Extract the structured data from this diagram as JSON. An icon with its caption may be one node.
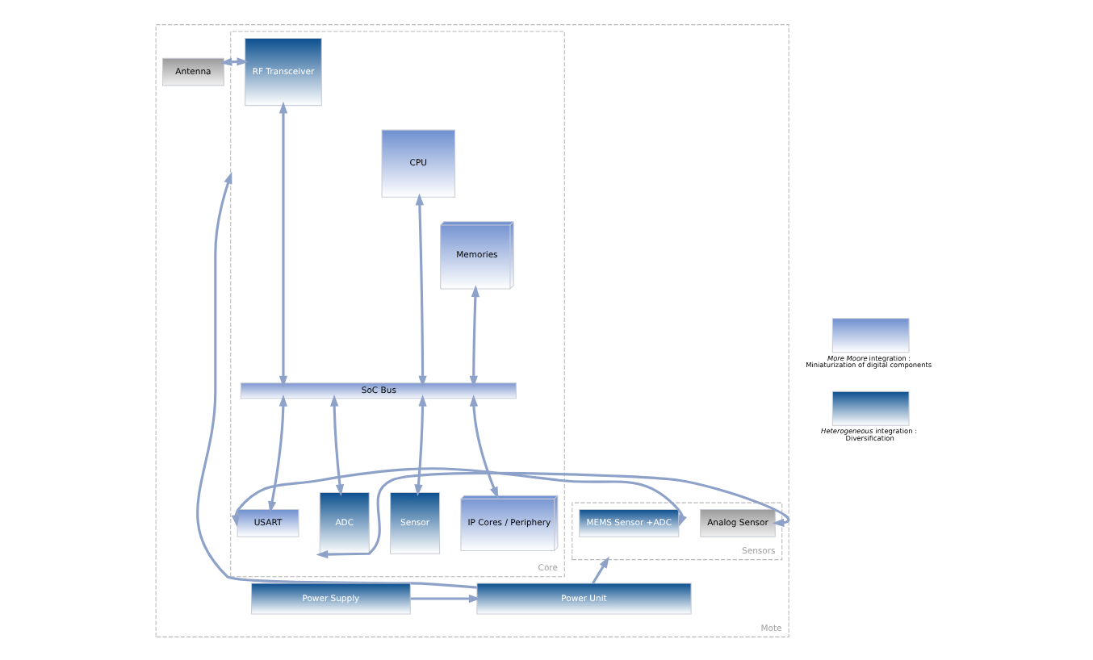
{
  "diagram": {
    "nodes": [
      {
        "text": [
          "Mote"
        ]
      },
      {
        "text": [
          "Core"
        ],
        "in": 0
      },
      {
        "text": [
          "Sensors"
        ],
        "in": 0
      },
      {
        "text": [
          "Antenna"
        ],
        "in": 0
      },
      {
        "text": [
          "RF Transceiver"
        ],
        "in": 1
      },
      {
        "text": [
          "CPU"
        ],
        "in": 1
      },
      {
        "text": [
          "Memories"
        ],
        "in": 1
      },
      {
        "text": [
          "SoC Bus"
        ],
        "in": 1
      },
      {
        "text": [
          "USART"
        ],
        "in": 1
      },
      {
        "text": [
          "ADC"
        ],
        "in": 1
      },
      {
        "text": [
          "Sensor"
        ],
        "in": 1
      },
      {
        "text": [
          "IP Cores / Periphery"
        ],
        "in": 1
      },
      {
        "text": [
          "MEMS Sensor +ADC"
        ],
        "in": 2
      },
      {
        "text": [
          "Analog Sensor"
        ],
        "in": 2
      },
      {
        "text": [
          "Power Unit"
        ],
        "in": 0
      },
      {
        "text": [
          "Power Supply"
        ],
        "in": 0
      }
    ],
    "edges": [
      {
        "from": 3,
        "to": 4,
        "arrow": "both"
      },
      {
        "from": 4,
        "to": 7,
        "arrow": "both"
      },
      {
        "from": 5,
        "to": 7,
        "arrow": "both"
      },
      {
        "from": 6,
        "to": 7,
        "arrow": "both"
      },
      {
        "from": 7,
        "to": 8,
        "arrow": "both"
      },
      {
        "from": 7,
        "to": 9,
        "arrow": "both"
      },
      {
        "from": 7,
        "to": 10,
        "arrow": "both"
      },
      {
        "from": 7,
        "to": 11,
        "arrow": "both"
      },
      {
        "from": 12,
        "to": 8,
        "arrow": "both"
      },
      {
        "from": 13,
        "to": 9,
        "arrow": "both"
      },
      {
        "from": 14,
        "to": 2,
        "arrow": "to"
      },
      {
        "from": 14,
        "to": 1,
        "arrow": "to"
      },
      {
        "from": 15,
        "to": 14,
        "arrow": "to"
      }
    ],
    "legend": [
      {
        "text": "*More Moore* integration : Miniaturization of digital components",
        "color": "#6f8fcf"
      },
      {
        "text": "*Heterogeneous* integration : Diversification",
        "color": "#0b4f8f"
      }
    ]
  }
}
